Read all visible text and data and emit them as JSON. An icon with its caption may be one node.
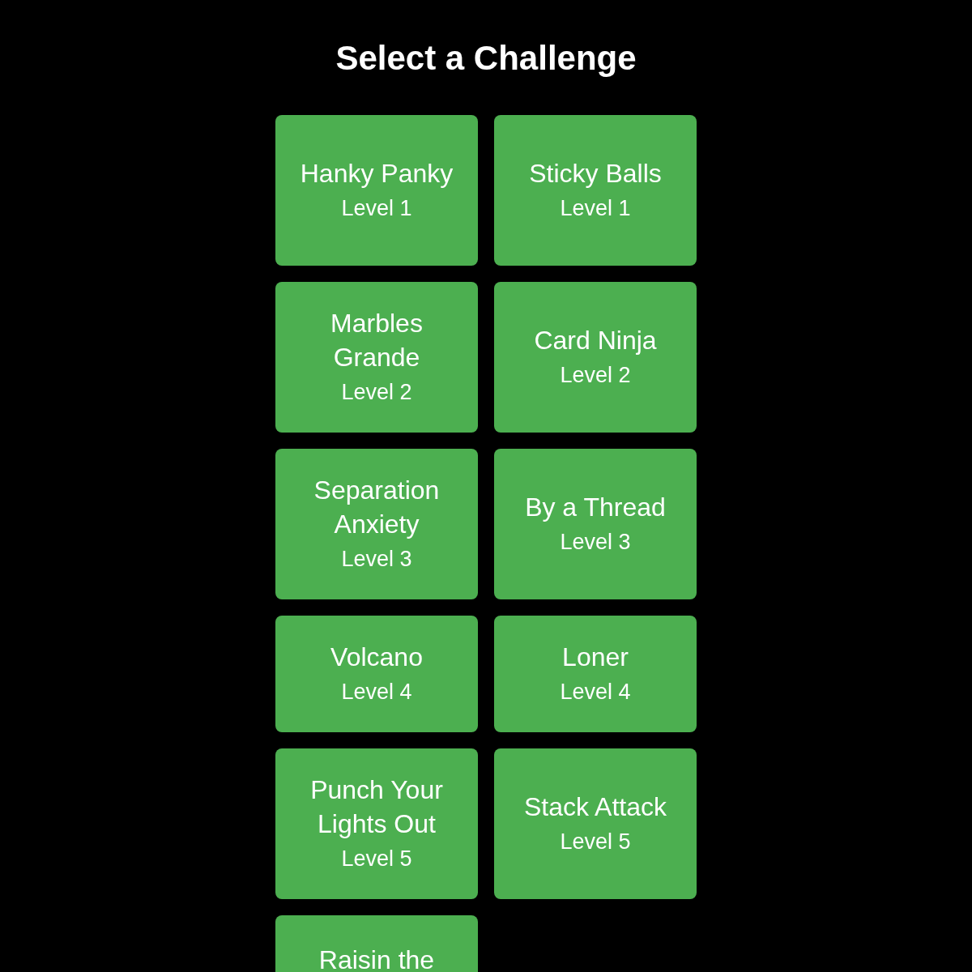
{
  "diagram": {
    "title": "Select a Challenge",
    "nodes": [
      {
        "text": [
          "Hanky Panky",
          "Level 1"
        ]
      },
      {
        "text": [
          "Sticky Balls",
          "Level 1"
        ]
      },
      {
        "text": [
          "Marbles Grande",
          "Level 2"
        ]
      },
      {
        "text": [
          "Card Ninja",
          "Level 2"
        ]
      },
      {
        "text": [
          "Separation Anxiety",
          "Level 3"
        ]
      },
      {
        "text": [
          "By a Thread",
          "Level 3"
        ]
      },
      {
        "text": [
          "Volcano",
          "Level 4"
        ]
      },
      {
        "text": [
          "Loner",
          "Level 4"
        ]
      },
      {
        "text": [
          "Punch Your Lights Out",
          "Level 5"
        ]
      },
      {
        "text": [
          "Stack Attack",
          "Level 5"
        ]
      },
      {
        "text": [
          "Raisin the"
        ]
      }
    ]
  }
}
